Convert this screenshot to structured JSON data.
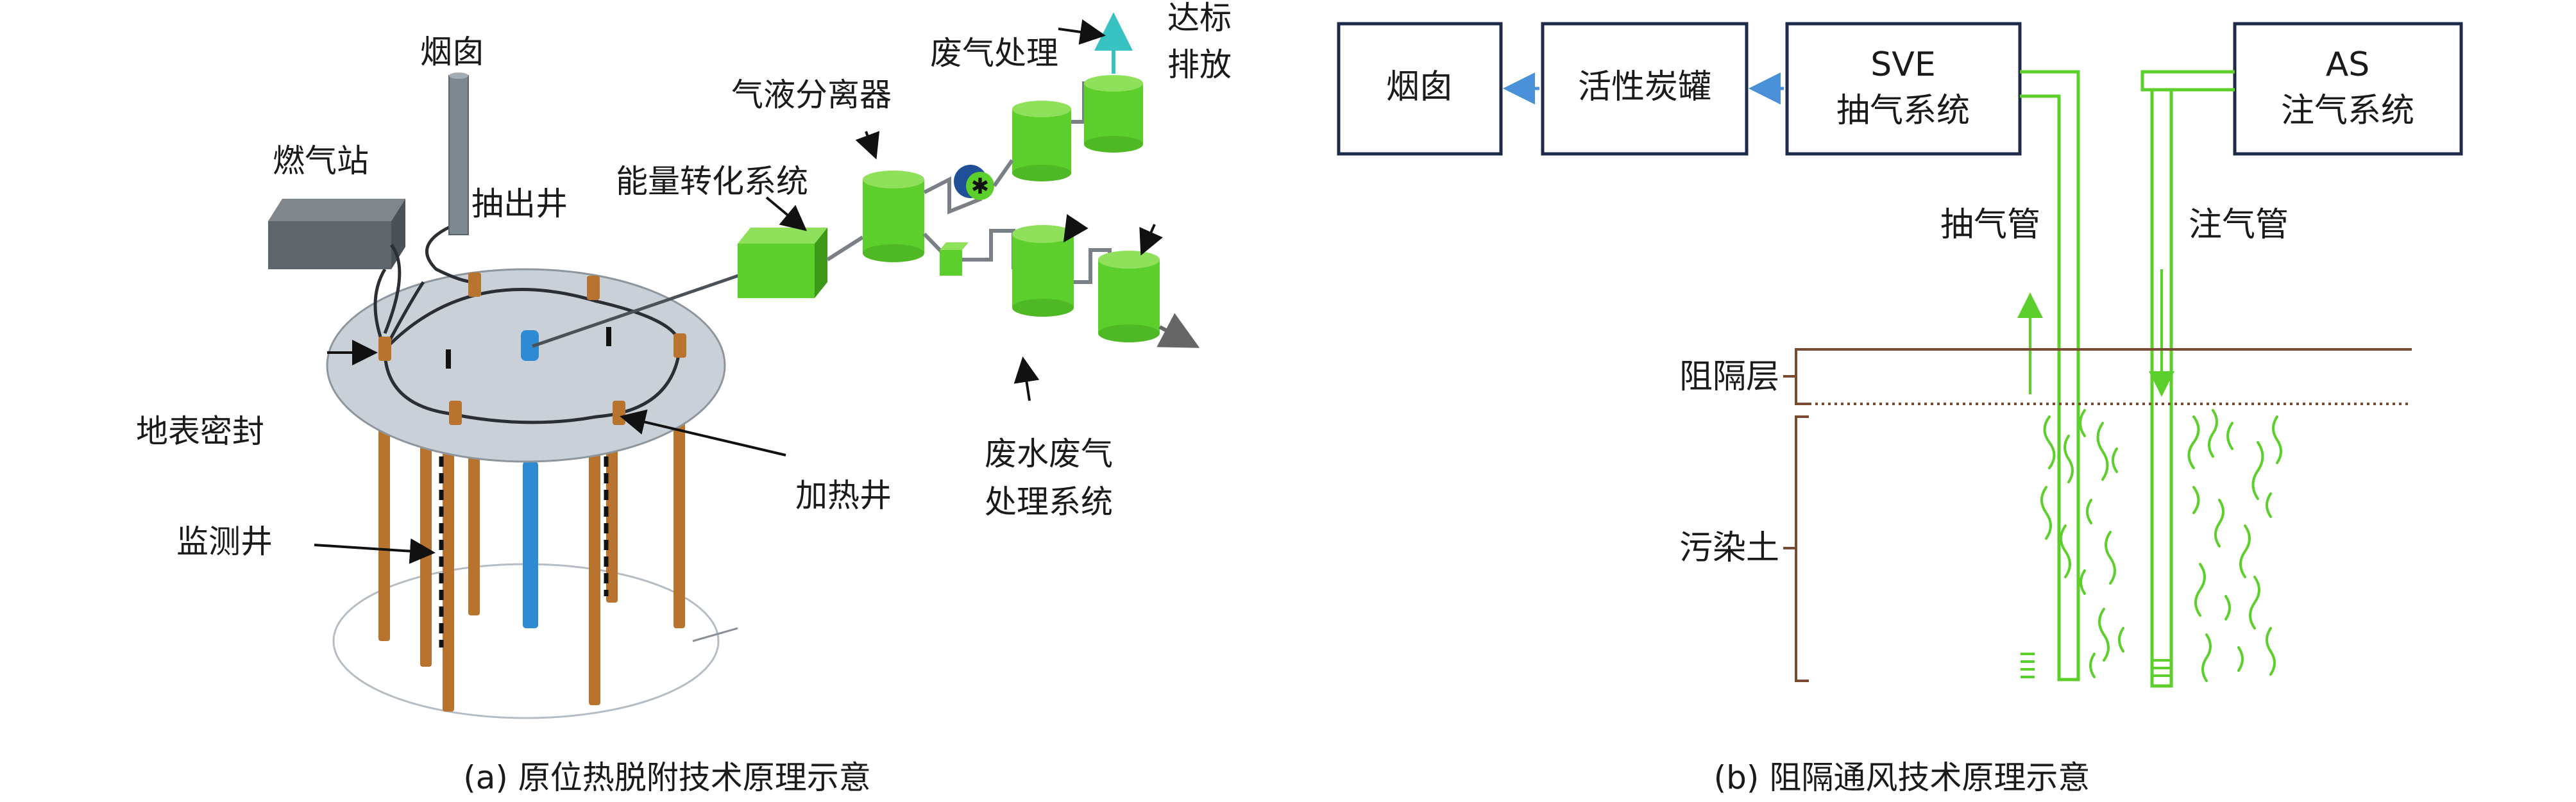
{
  "panel_a": {
    "caption": "(a) 原位热脱附技术原理示意",
    "labels": {
      "chimney": "烟囱",
      "gas_station": "燃气站",
      "extraction_well": "抽出井",
      "energy_system": "能量转化系统",
      "separator": "气液分离器",
      "offgas_treatment": "废气处理",
      "discharge_1": "达标",
      "discharge_2": "排放",
      "surface_seal": "地表密封",
      "heating_well": "加热井",
      "monitoring_well": "监测井",
      "wastewater_1": "废水废气",
      "wastewater_2": "处理系统"
    }
  },
  "panel_b": {
    "caption": "(b) 阻隔通风技术原理示意",
    "boxes": {
      "chimney": "烟囱",
      "carbon": "活性炭罐",
      "sve_1": "SVE",
      "sve_2": "抽气系统",
      "as_1": "AS",
      "as_2": "注气系统"
    },
    "labels": {
      "extract_pipe": "抽气管",
      "inject_pipe": "注气管",
      "barrier_layer": "阻隔层",
      "contaminated_soil": "污染土"
    }
  },
  "colors": {
    "green": "#5ccf2c",
    "green_dark": "#3d9a19",
    "brown": "#7a4a33",
    "blue_arrow": "#4a90d9",
    "box_border": "#1e2a4a",
    "well_brown": "#b8742e",
    "well_blue": "#2e8ad1",
    "plate": "#c9d0d8",
    "gas_station": "#5f666b",
    "chimney_stack": "#7d8790",
    "teal_arrow": "#39c2c2"
  },
  "icons": {
    "fan": "fan-icon",
    "pointer": "arrow-pointer"
  }
}
